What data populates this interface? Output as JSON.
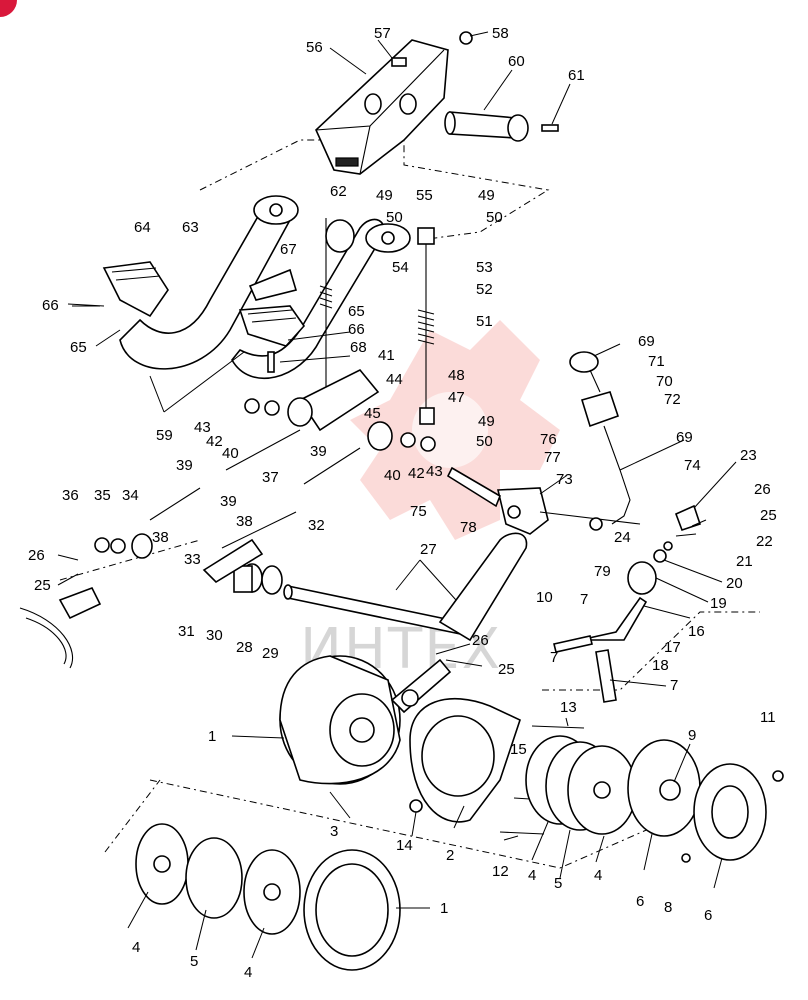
{
  "watermark": {
    "text": "ИНТЕХ",
    "color": "#e7372d"
  },
  "corner_badge": {
    "color": "#d9183b"
  },
  "callouts": [
    "1",
    "1",
    "2",
    "3",
    "4",
    "4",
    "4",
    "4",
    "5",
    "5",
    "6",
    "6",
    "7",
    "7",
    "7",
    "8",
    "9",
    "10",
    "11",
    "12",
    "13",
    "14",
    "15",
    "16",
    "17",
    "18",
    "19",
    "20",
    "21",
    "22",
    "23",
    "24",
    "25",
    "25",
    "25",
    "26",
    "26",
    "26",
    "27",
    "28",
    "29",
    "30",
    "31",
    "32",
    "33",
    "34",
    "35",
    "36",
    "37",
    "38",
    "38",
    "39",
    "39",
    "39",
    "40",
    "40",
    "41",
    "42",
    "42",
    "43",
    "43",
    "44",
    "45",
    "47",
    "48",
    "49",
    "49",
    "49",
    "50",
    "50",
    "50",
    "51",
    "52",
    "53",
    "54",
    "55",
    "56",
    "57",
    "58",
    "59",
    "60",
    "61",
    "62",
    "63",
    "64",
    "65",
    "65",
    "66",
    "66",
    "67",
    "68",
    "69",
    "69",
    "70",
    "71",
    "72",
    "73",
    "74",
    "75",
    "76",
    "77",
    "78",
    "79"
  ]
}
